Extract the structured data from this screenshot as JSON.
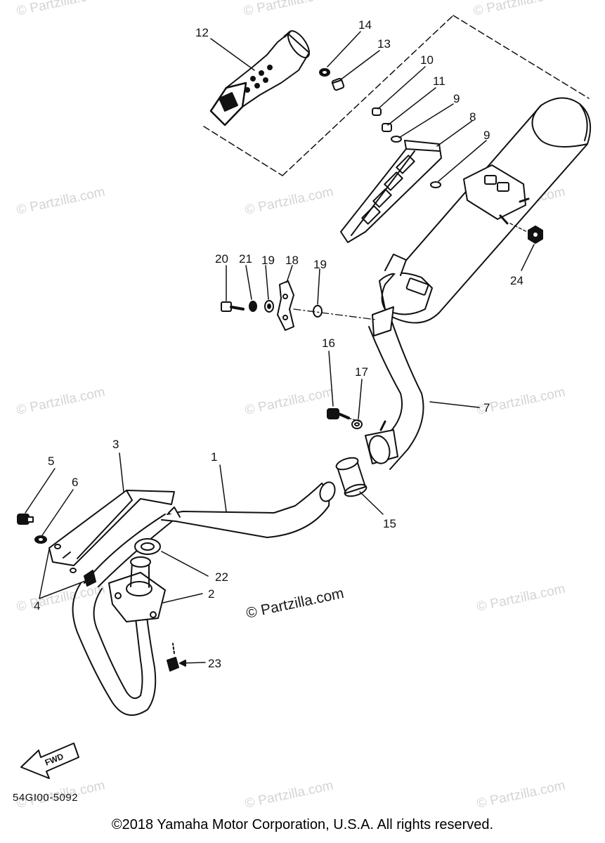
{
  "diagram": {
    "part_labels": {
      "p1": "1",
      "p2": "2",
      "p3": "3",
      "p4": "4",
      "p5": "5",
      "p6": "6",
      "p7": "7",
      "p8": "8",
      "p9a": "9",
      "p9b": "9",
      "p10": "10",
      "p11": "11",
      "p12": "12",
      "p13": "13",
      "p14": "14",
      "p15": "15",
      "p16": "16",
      "p17": "17",
      "p18": "18",
      "p19a": "19",
      "p19b": "19",
      "p20": "20",
      "p21": "21",
      "p22": "22",
      "p23": "23",
      "p24": "24"
    },
    "watermark_text": "© Partzilla.com",
    "center_watermark_text": "© Partzilla.com",
    "fwd_label": "FWD",
    "diagram_code": "54GI00-5092",
    "colors": {
      "ink": "#111111",
      "watermark": "#d4d4d4"
    }
  },
  "footer": {
    "copyright": "©2018 Yamaha Motor Corporation, U.S.A. All rights reserved."
  }
}
